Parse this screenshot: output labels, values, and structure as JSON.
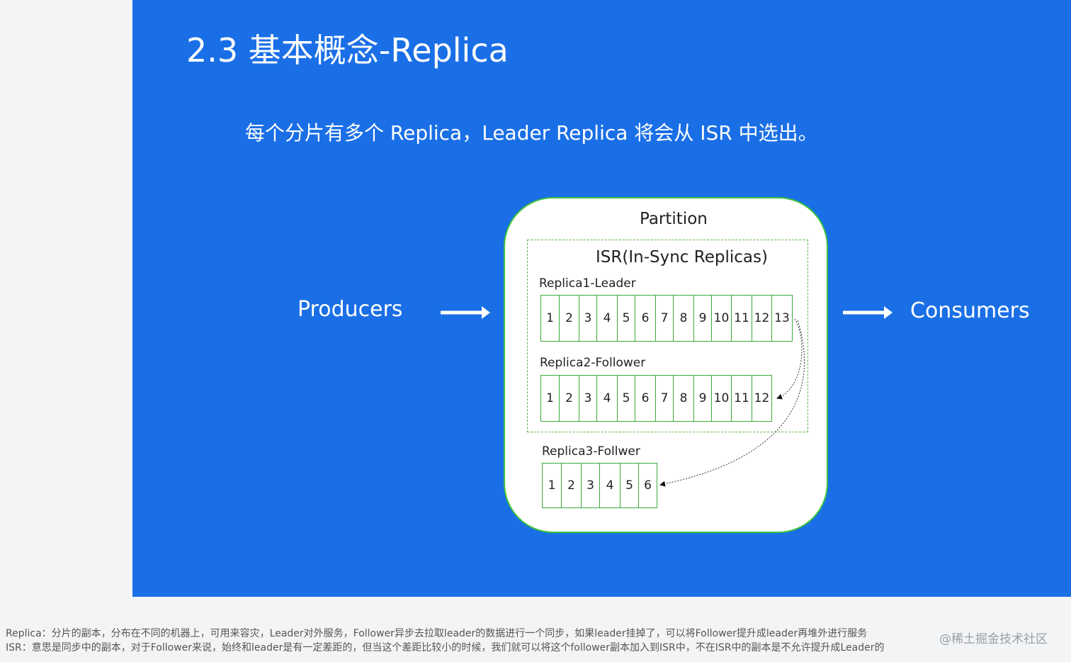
{
  "slide": {
    "title": "2.3 基本概念-Replica",
    "subtitle": "每个分片有多个 Replica，Leader Replica 将会从 ISR 中选出。",
    "background_color": "#1a6fe6"
  },
  "diagram": {
    "producers_label": "Producers",
    "consumers_label": "Consumers",
    "partition_label": "Partition",
    "isr_label": "ISR(In-Sync Replicas)",
    "replicas": [
      {
        "label": "Replica1-Leader",
        "cells": [
          "1",
          "2",
          "3",
          "4",
          "5",
          "6",
          "7",
          "8",
          "9",
          "10",
          "11",
          "12",
          "13"
        ]
      },
      {
        "label": "Replica2-Follower",
        "cells": [
          "1",
          "2",
          "3",
          "4",
          "5",
          "6",
          "7",
          "8",
          "9",
          "10",
          "11",
          "12"
        ]
      },
      {
        "label": "Replica3-Follwer",
        "cells": [
          "1",
          "2",
          "3",
          "4",
          "5",
          "6"
        ]
      }
    ],
    "accent_color": "#3cc43c"
  },
  "footer": {
    "line1": "Replica：分片的副本，分布在不同的机器上，可用来容灾，Leader对外服务，Follower异步去拉取leader的数据进行一个同步，如果leader挂掉了，可以将Follower提升成leader再堆外进行服务",
    "line2": "ISR：意思是同步中的副本，对于Follower来说，始终和leader是有一定差距的，但当这个差距比较小的时候，我们就可以将这个follower副本加入到ISR中，不在ISR中的副本是不允许提升成Leader的",
    "watermark": "@稀土掘金技术社区"
  }
}
